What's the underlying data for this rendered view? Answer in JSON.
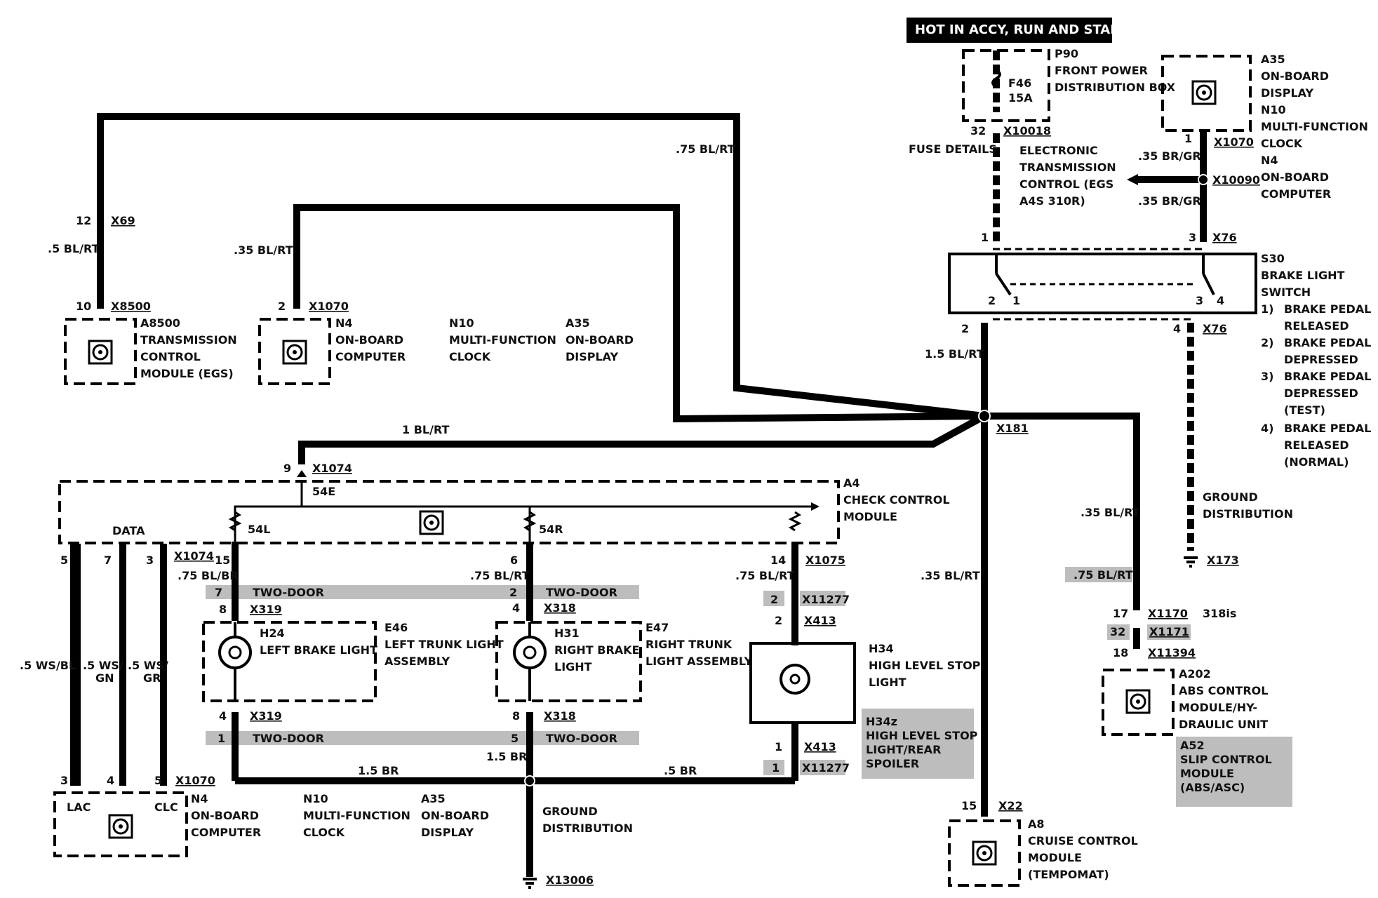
{
  "header": {
    "power_label": "HOT IN ACCY, RUN AND START"
  },
  "fuse": {
    "box_id": "P90",
    "box_name_1": "FRONT POWER",
    "box_name_2": "DISTRIBUTION BOX",
    "fuse_id": "F46",
    "rating": "15A",
    "pin": "32",
    "connector": "X10018",
    "details_label": "FUSE DETAILS"
  },
  "egs_note": [
    "ELECTRONIC",
    "TRANSMISSION",
    "CONTROL (EGS",
    "A4S 310R)"
  ],
  "display_top": {
    "lines": [
      "A35",
      "ON-BOARD",
      "DISPLAY",
      "N10",
      "MULTI-FUNCTION",
      "CLOCK",
      "N4",
      "ON-BOARD",
      "COMPUTER"
    ],
    "pin": "1",
    "connector": "X1070",
    "splice": "X10090",
    "wire1": ".35 BR/GR",
    "wire2": ".35 BR/GR"
  },
  "switch": {
    "id": "S30",
    "name_1": "BRAKE LIGHT",
    "name_2": "SWITCH",
    "pin_in_1": "1",
    "pin_in_3": "3",
    "connector_top": "X76",
    "pins": [
      "2",
      "1",
      "3",
      "4"
    ],
    "pin_out_2": "2",
    "pin_out_4": "4",
    "connector_bottom": "X76",
    "wire_out": "1.5 BL/RT",
    "states": [
      {
        "n": "1)",
        "l1": "BRAKE PEDAL",
        "l2": "RELEASED",
        "l3": ""
      },
      {
        "n": "2)",
        "l1": "BRAKE PEDAL",
        "l2": "DEPRESSED",
        "l3": ""
      },
      {
        "n": "3)",
        "l1": "BRAKE PEDAL",
        "l2": "DEPRESSED",
        "l3": "(TEST)"
      },
      {
        "n": "4)",
        "l1": "BRAKE PEDAL",
        "l2": "RELEASED",
        "l3": "(NORMAL)"
      }
    ]
  },
  "ground_right": {
    "line1": "GROUND",
    "line2": "DISTRIBUTION",
    "connector": "X173"
  },
  "splice_main": "X181",
  "wires": {
    "w075_top": ".75 BL/RT",
    "w05_left": ".5 BL/RT",
    "w035_top": ".35 BL/RT",
    "w1_blrt": "1 BL/RT",
    "w035_cruise": ".35 BL/RT",
    "w035_abs": ".35 BL/RT",
    "w075_abs": ".75 BL/RT",
    "w075_blbr": ".75 BL/BR",
    "w075_left_mid": ".75 BL/RT",
    "w075_right_mid": ".75 BL/RT",
    "w15br_a": "1.5 BR",
    "w15br_b": "1.5 BR",
    "w05br": ".5 BR",
    "w05wsbl": ".5 WS/BL",
    "w05wsgn_1": ".5 WS/",
    "w05wsgn_2": "GN",
    "w05wsgr_1": ".5 WS/",
    "w05wsgr_2": "GR"
  },
  "tcm": {
    "pin_top": "12",
    "conn_top": "X69",
    "pin": "10",
    "connector": "X8500",
    "id": "A8500",
    "lines": [
      "TRANSMISSION",
      "CONTROL",
      "MODULE (EGS)"
    ]
  },
  "computer_top": {
    "pin": "2",
    "connector": "X1070",
    "lines": [
      "N4",
      "ON-BOARD",
      "COMPUTER"
    ]
  },
  "note_mid": {
    "col1": [
      "N10",
      "MULTI-FUNCTION",
      "CLOCK"
    ],
    "col2": [
      "A35",
      "ON-BOARD",
      "DISPLAY"
    ]
  },
  "check_control": {
    "pin": "9",
    "connector": "X1074",
    "term_54e": "54E",
    "id": "A4",
    "lines": [
      "CHECK CONTROL",
      "MODULE"
    ],
    "data": "DATA",
    "term_54l": "54L",
    "term_54r": "54R",
    "pins_data": [
      "5",
      "7",
      "3"
    ],
    "conn_data": "X1074",
    "pin_15": "15",
    "pin_6": "6",
    "pin_14": "14",
    "conn_14": "X1075"
  },
  "two_door_label": "TWO-DOOR",
  "left_lamp": {
    "hl_top": "7",
    "pin_top": "8",
    "conn_top": "X319",
    "id": "H24",
    "name_1": "LEFT BRAKE LIGHT",
    "asm_id": "E46",
    "asm_1": "LEFT TRUNK LIGHT",
    "asm_2": "ASSEMBLY",
    "pin_bot": "4",
    "conn_bot": "X319",
    "hl_bot": "1"
  },
  "right_lamp": {
    "hl_top": "2",
    "pin_top": "4",
    "conn_top": "X318",
    "id": "H31",
    "name_1": "RIGHT BRAKE",
    "name_2": "LIGHT",
    "asm_id": "E47",
    "asm_1": "RIGHT TRUNK",
    "asm_2": "LIGHT ASSEMBLY",
    "pin_bot": "8",
    "conn_bot": "X318",
    "hl_bot": "5"
  },
  "hls": {
    "hl_top": "2",
    "conn_hl_top": "X11277",
    "pin_top": "2",
    "conn_top": "X413",
    "id": "H34",
    "lines": [
      "HIGH LEVEL STOP",
      "LIGHT"
    ],
    "alt_id": "H34z",
    "alt_lines": [
      "HIGH LEVEL STOP",
      "LIGHT/REAR",
      "SPOILER"
    ],
    "pin_bot": "1",
    "conn_bot": "X413",
    "hl_bot": "1",
    "conn_hl_bot": "X11277"
  },
  "computer_bottom": {
    "pins": [
      "3",
      "4",
      "5"
    ],
    "connector": "X1070",
    "lac": "LAC",
    "clc": "CLC",
    "lines": [
      "N4",
      "ON-BOARD",
      "COMPUTER"
    ]
  },
  "note_bottom": {
    "col1": [
      "N10",
      "MULTI-FUNCTION",
      "CLOCK"
    ],
    "col2": [
      "A35",
      "ON-BOARD",
      "DISPLAY"
    ]
  },
  "ground_bottom": {
    "line1": "GROUND",
    "line2": "DISTRIBUTION",
    "connector": "X13006"
  },
  "abs": {
    "pin_17": "17",
    "conn_17": "X1170",
    "variant": "318is",
    "hl_32": "32",
    "conn_hl": "X1171",
    "pin_18": "18",
    "conn_18": "X11394",
    "id": "A202",
    "lines": [
      "ABS CONTROL",
      "MODULE/HY-",
      "DRAULIC UNIT"
    ],
    "alt_id": "A52",
    "alt_lines": [
      "SLIP CONTROL",
      "MODULE",
      "(ABS/ASC)"
    ]
  },
  "cruise": {
    "pin": "15",
    "connector": "X22",
    "id": "A8",
    "lines": [
      "CRUISE CONTROL",
      "MODULE",
      "(TEMPOMAT)"
    ]
  }
}
